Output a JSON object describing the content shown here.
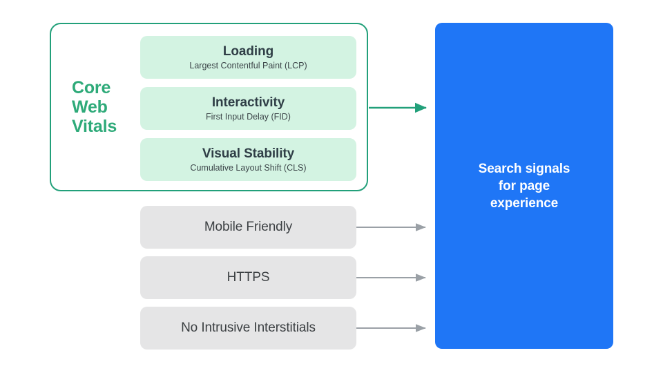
{
  "diagram": {
    "title": "Search signals for page experience",
    "colors": {
      "accent_green": "#2eaa79",
      "card_green": "#d3f3e2",
      "gray_box": "#e5e5e6",
      "blue_panel": "#1f76f6",
      "arrow_gray": "#9aa0a6",
      "text_dark": "#3c4043",
      "background": "#ffffff"
    },
    "core_web_vitals": {
      "label": "Core\nWeb\nVitals",
      "label_lines": [
        "Core",
        "Web",
        "Vitals"
      ],
      "metrics": [
        {
          "title": "Loading",
          "subtitle": "Largest Contentful Paint (LCP)"
        },
        {
          "title": "Interactivity",
          "subtitle": "First Input Delay (FID)"
        },
        {
          "title": "Visual Stability",
          "subtitle": "Cumulative Layout Shift (CLS)"
        }
      ]
    },
    "other_signals": [
      {
        "label": "Mobile Friendly"
      },
      {
        "label": "HTTPS"
      },
      {
        "label": "No Intrusive Interstitials"
      }
    ],
    "output_panel": {
      "text": "Search signals\nfor page\nexperience",
      "lines": [
        "Search signals",
        "for page",
        "experience"
      ]
    },
    "connectors": [
      {
        "name": "core-web-vitals-arrow",
        "color": "#22a07a"
      },
      {
        "name": "mobile-friendly-arrow",
        "color": "#9aa0a6"
      },
      {
        "name": "https-arrow",
        "color": "#9aa0a6"
      },
      {
        "name": "interstitials-arrow",
        "color": "#9aa0a6"
      }
    ]
  }
}
